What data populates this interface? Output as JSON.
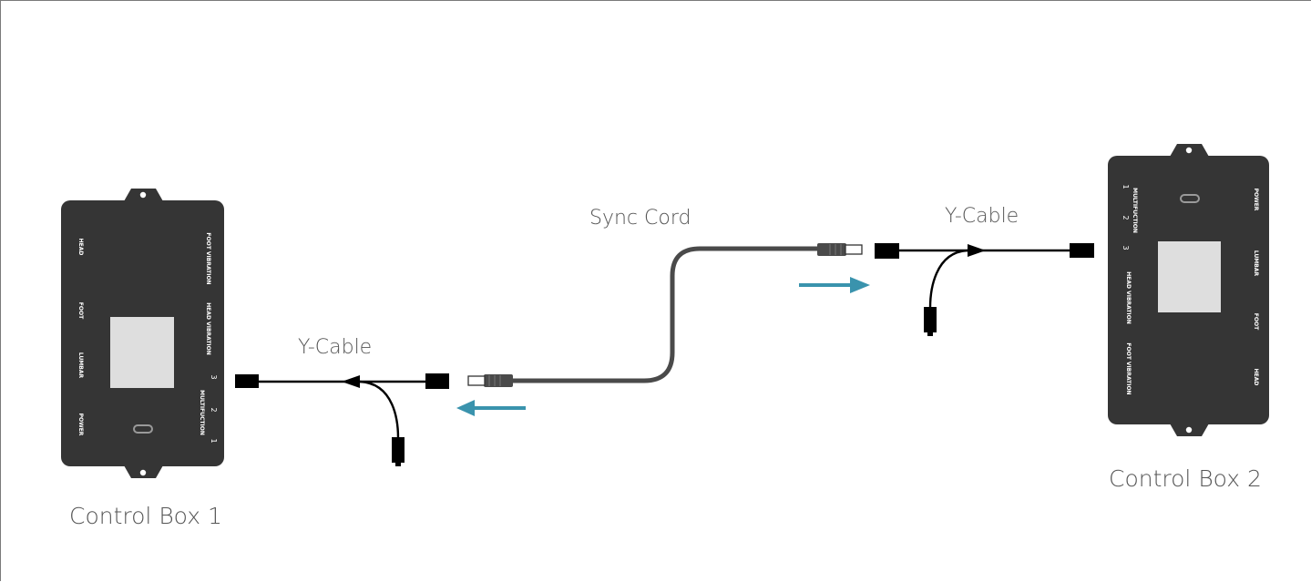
{
  "labels": {
    "control_box_1": "Control Box 1",
    "control_box_2": "Control Box 2",
    "y_cable_left": "Y-Cable",
    "y_cable_right": "Y-Cable",
    "sync_cord": "Sync Cord"
  },
  "box1_ports": {
    "left": [
      "HEAD",
      "FOOT",
      "LUMBAR",
      "POWER"
    ],
    "right": [
      "FOOT VIBRATION",
      "HEAD VIBRATION"
    ],
    "multi_label": "MULTIFUCTION",
    "multi_numbers": [
      "1",
      "2",
      "3"
    ]
  },
  "box2_ports": {
    "left": [
      "HEAD VIBRATION",
      "FOOT VIBRATION"
    ],
    "right": [
      "POWER",
      "LUMBAR",
      "FOOT",
      "HEAD"
    ],
    "multi_label": "MULTIFUCTION",
    "multi_numbers": [
      "1",
      "2",
      "3"
    ]
  },
  "colors": {
    "box": "#353535",
    "cable": "#000000",
    "sync_cord": "#4a4a4a",
    "arrow": "#3a93ad",
    "panel": "#dedede",
    "label_text": "#555555"
  }
}
